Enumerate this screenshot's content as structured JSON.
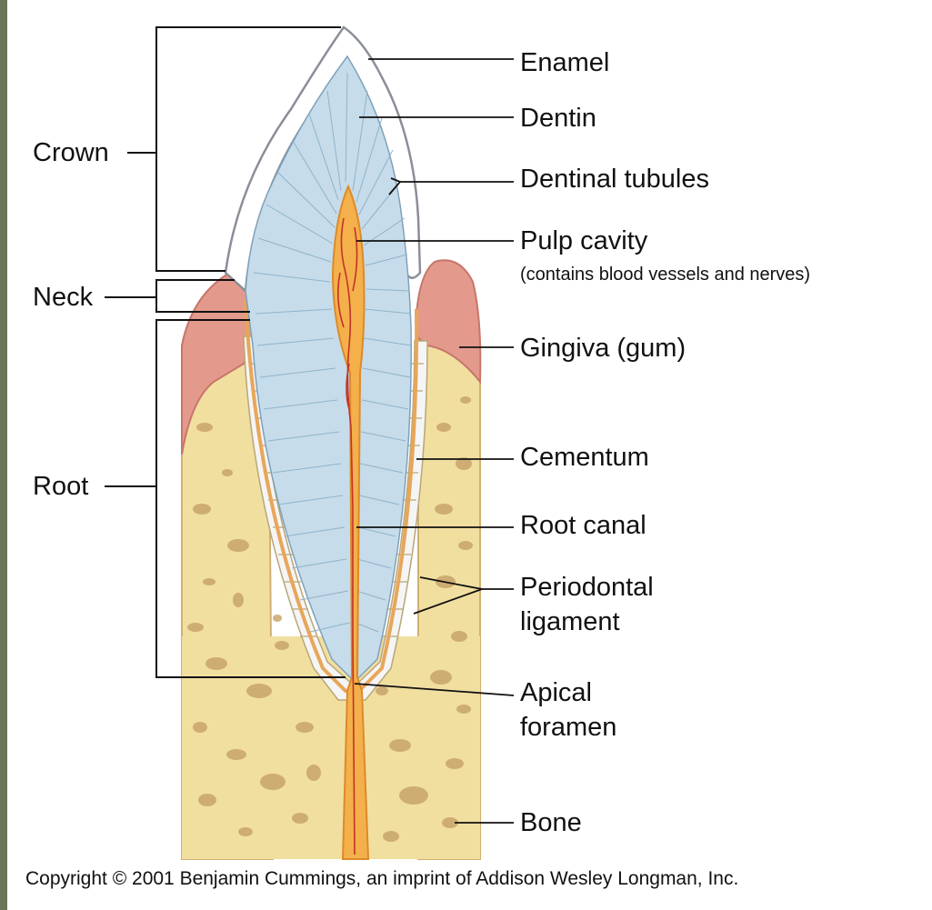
{
  "labels": {
    "enamel": "Enamel",
    "dentin": "Dentin",
    "dentinal_tubules": "Dentinal tubules",
    "pulp_cavity": "Pulp cavity",
    "pulp_note": "(contains blood vessels and nerves)",
    "gingiva": "Gingiva (gum)",
    "cementum": "Cementum",
    "root_canal": "Root canal",
    "periodontal_1": "Periodontal",
    "periodontal_2": "ligament",
    "apical_1": "Apical",
    "apical_2": "foramen",
    "bone": "Bone",
    "crown": "Crown",
    "neck": "Neck",
    "root": "Root"
  },
  "copyright": "Copyright © 2001 Benjamin Cummings, an imprint of Addison Wesley Longman, Inc.",
  "colors": {
    "background_frame": "#6b7359",
    "bone": "#f1dfa0",
    "bone_spots": "#c9a56a",
    "gingiva": "#e39a8c",
    "enamel": "#ffffff",
    "dentin": "#c6dcea",
    "tubules": "#8fb3cc",
    "pulp": "#f4b04a",
    "vessels": "#c4322a",
    "ligament": "#f3f3f3"
  }
}
